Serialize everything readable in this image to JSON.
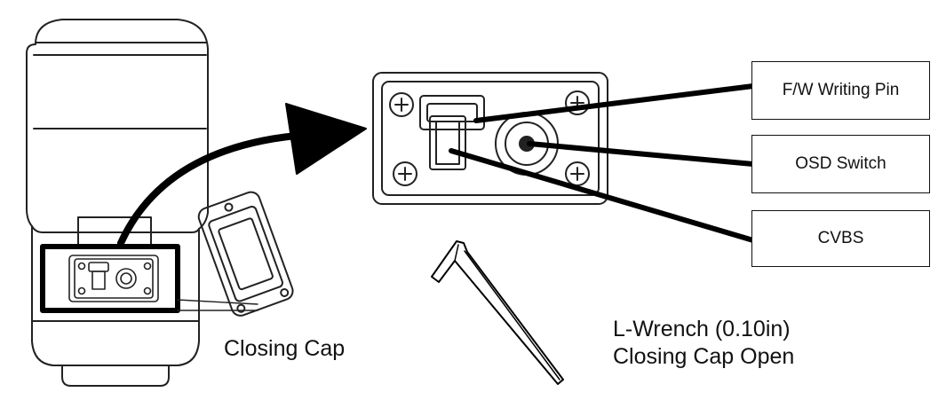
{
  "callouts": {
    "fw_writing_pin": "F/W Writing Pin",
    "osd_switch": "OSD Switch",
    "cvbs": "CVBS"
  },
  "captions": {
    "closing_cap": "Closing Cap",
    "l_wrench_line1": "L-Wrench (0.10in)",
    "l_wrench_line2": "Closing Cap Open"
  }
}
